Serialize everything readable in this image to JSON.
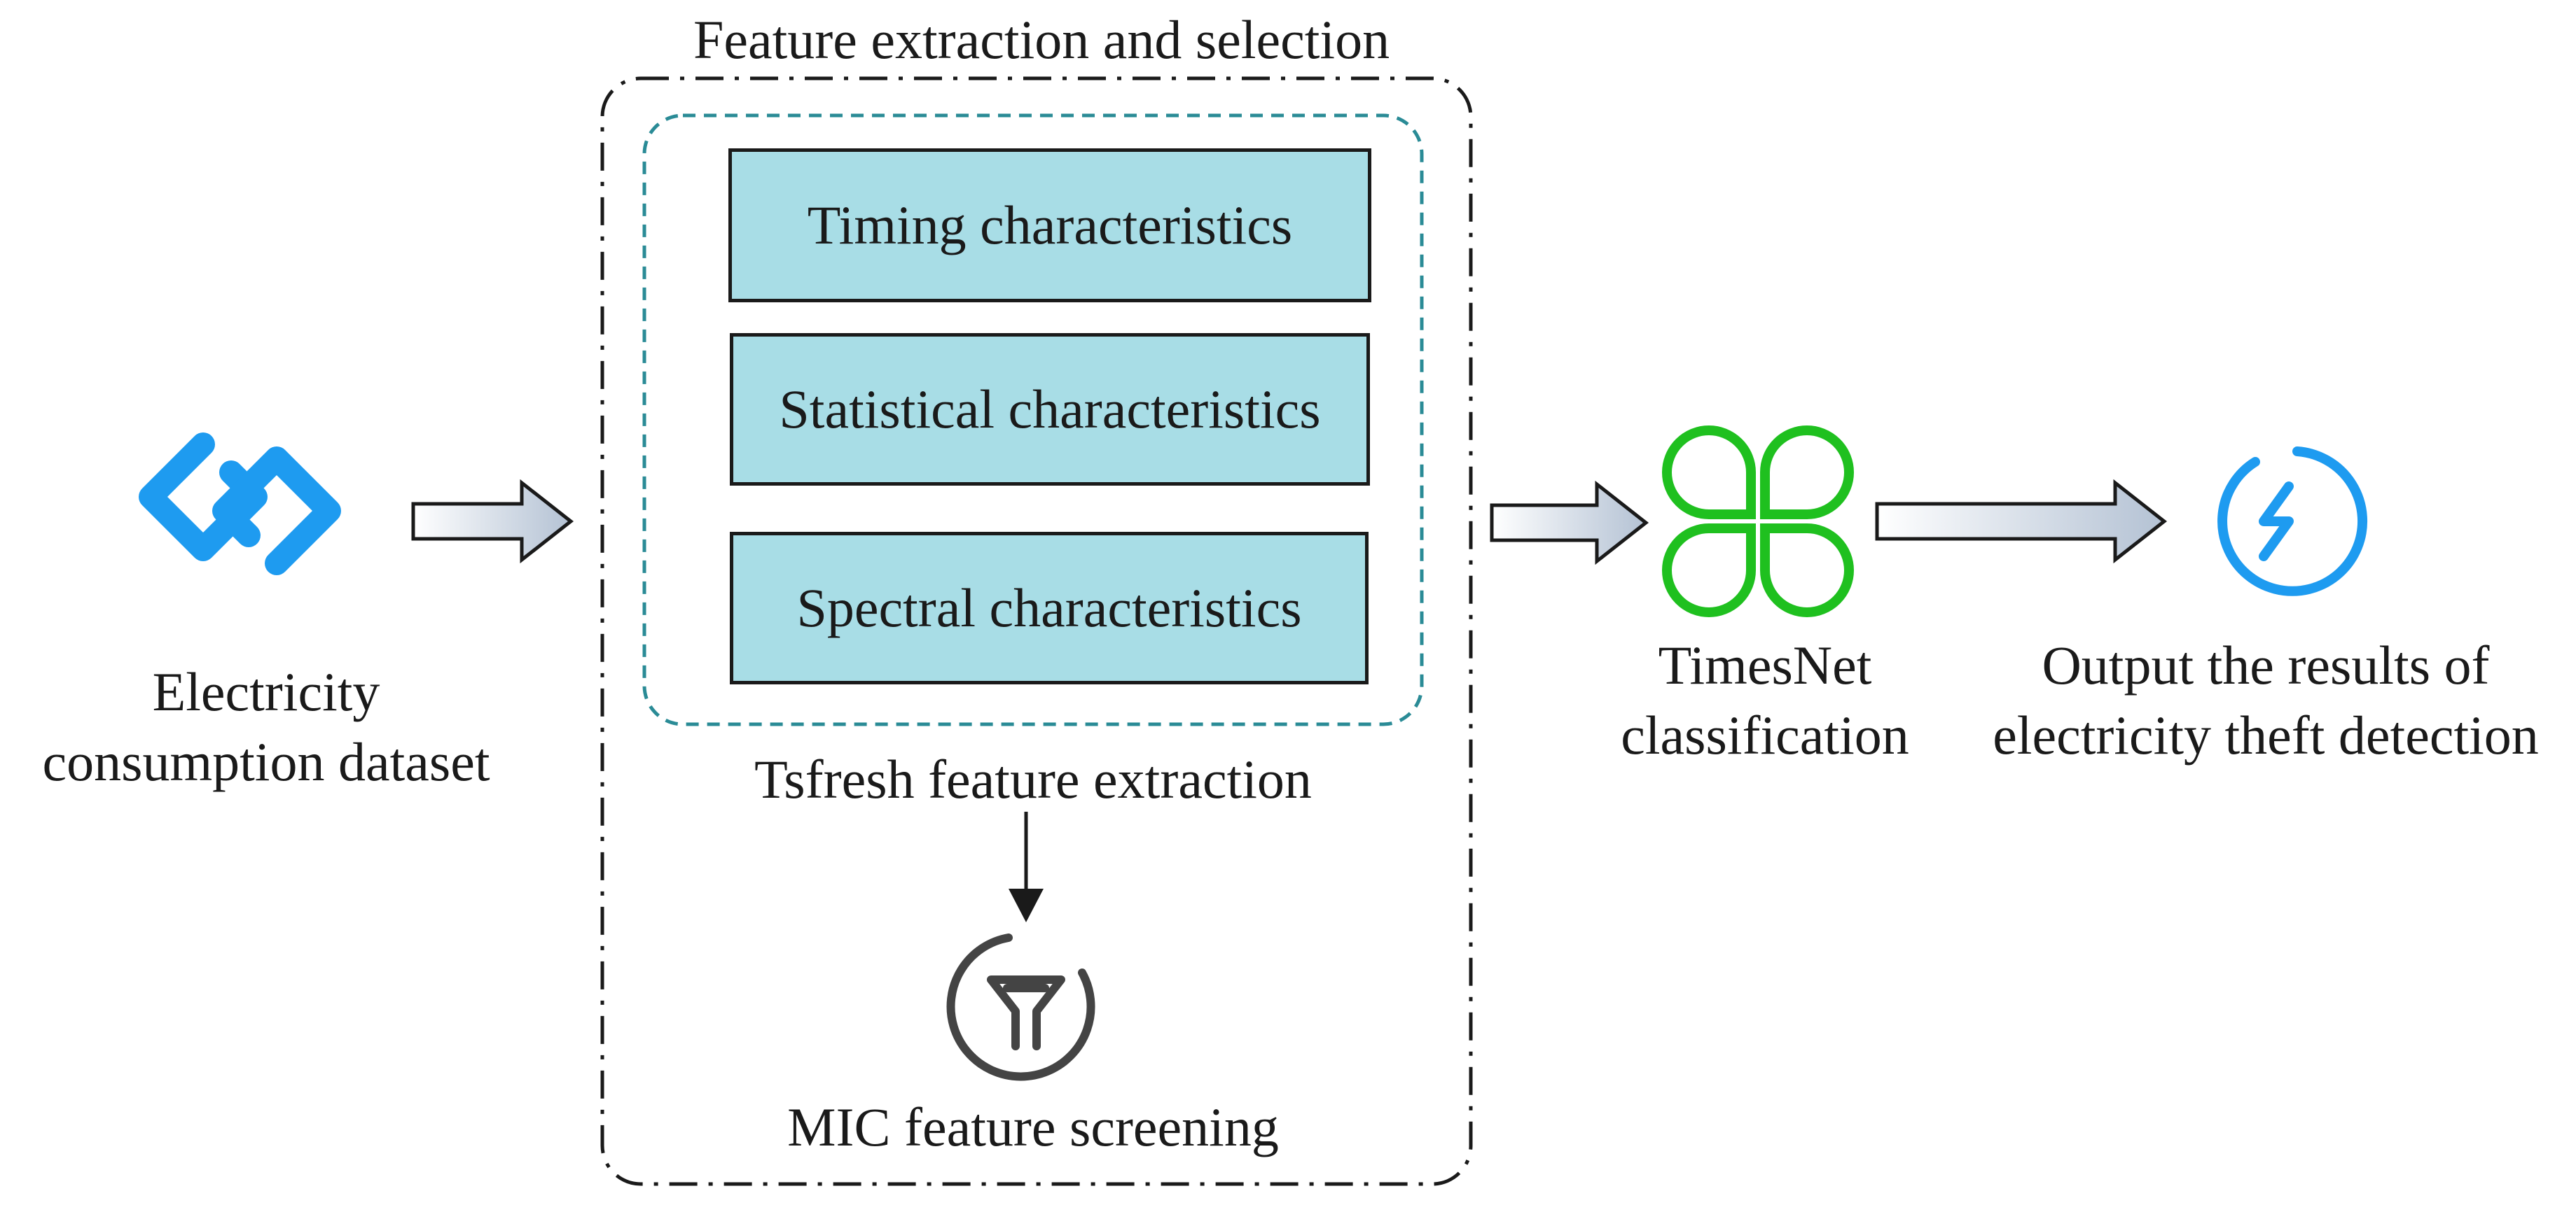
{
  "group_title": "Feature extraction and selection",
  "input": {
    "line1": "Electricity",
    "line2": "consumption dataset",
    "icon": "link-icon"
  },
  "tsfresh": {
    "label": "Tsfresh feature extraction",
    "boxes": [
      "Timing characteristics",
      "Statistical characteristics",
      "Spectral characteristics"
    ]
  },
  "mic": {
    "label": "MIC feature screening",
    "icon": "funnel-icon"
  },
  "timesnet": {
    "line1": "TimesNet",
    "line2": "classification",
    "icon": "clover-icon"
  },
  "output": {
    "line1": "Output the results of",
    "line2": "electricity theft detection",
    "icon": "power-icon"
  },
  "colors": {
    "box_fill": "#a8dde6",
    "dashed_teal": "#2a8b96",
    "icon_blue": "#1e9bf0",
    "icon_green": "#1fc01f",
    "icon_gray": "#444444",
    "arrow_grad_start": "#ffffff",
    "arrow_grad_end": "#b4c2d4"
  }
}
